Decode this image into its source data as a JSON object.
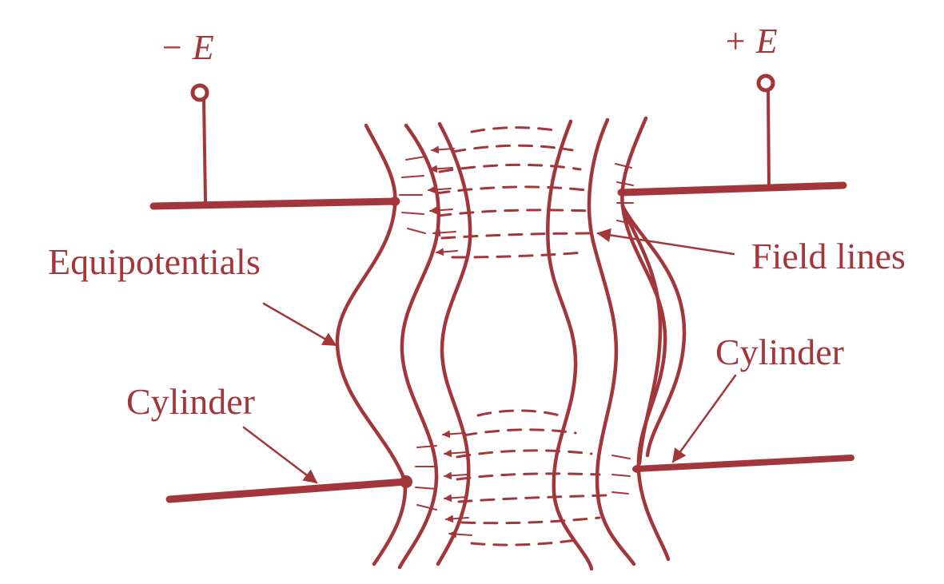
{
  "diagram": {
    "colors": {
      "ink": "#a3363a",
      "background": "#ffffff"
    },
    "terminals": {
      "negative": "− E",
      "positive": "+ E"
    },
    "labels": {
      "equipotentials": "Equipotentials",
      "field_lines": "Field lines",
      "cylinder_left": "Cylinder",
      "cylinder_right": "Cylinder"
    }
  }
}
